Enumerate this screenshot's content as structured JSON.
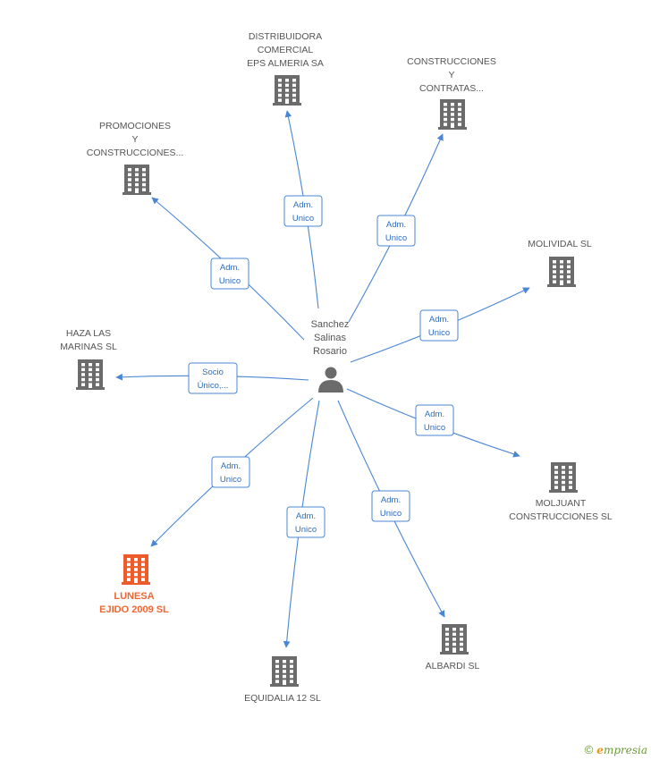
{
  "center": {
    "name_lines": [
      "Sanchez",
      "Salinas",
      "Rosario"
    ],
    "icon": "person-icon"
  },
  "colors": {
    "edge": "#4a86d4",
    "company": "#6b6b6b",
    "highlight": "#ee5b2a"
  },
  "nodes": [
    {
      "id": "distribuidora",
      "label_lines": [
        "DISTRIBUIDORA",
        "COMERCIAL",
        "EPS ALMERIA SA"
      ],
      "relation_lines": [
        "Adm.",
        "Unico"
      ],
      "highlight": false,
      "icon": "building-icon"
    },
    {
      "id": "construcciones-contratas",
      "label_lines": [
        "CONSTRUCCIONES",
        "Y",
        "CONTRATAS..."
      ],
      "relation_lines": [
        "Adm.",
        "Unico"
      ],
      "highlight": false,
      "icon": "building-icon"
    },
    {
      "id": "promociones",
      "label_lines": [
        "PROMOCIONES",
        "Y",
        "CONSTRUCCIONES..."
      ],
      "relation_lines": [
        "Adm.",
        "Unico"
      ],
      "highlight": false,
      "icon": "building-icon"
    },
    {
      "id": "molividal",
      "label_lines": [
        "MOLIVIDAL SL"
      ],
      "relation_lines": [
        "Adm.",
        "Unico"
      ],
      "highlight": false,
      "icon": "building-icon"
    },
    {
      "id": "haza",
      "label_lines": [
        "HAZA LAS",
        "MARINAS SL"
      ],
      "relation_lines": [
        "Socio",
        "Único,..."
      ],
      "highlight": false,
      "icon": "building-icon"
    },
    {
      "id": "moljuant",
      "label_lines": [
        "MOLJUANT",
        "CONSTRUCCIONES SL"
      ],
      "relation_lines": [
        "Adm.",
        "Unico"
      ],
      "highlight": false,
      "icon": "building-icon"
    },
    {
      "id": "lunesa",
      "label_lines": [
        "LUNESA",
        "EJIDO 2009 SL"
      ],
      "relation_lines": [
        "Adm.",
        "Unico"
      ],
      "highlight": true,
      "icon": "building-icon"
    },
    {
      "id": "albardi",
      "label_lines": [
        "ALBARDI SL"
      ],
      "relation_lines": [
        "Adm.",
        "Unico"
      ],
      "highlight": false,
      "icon": "building-icon"
    },
    {
      "id": "equidalia",
      "label_lines": [
        "EQUIDALIA 12 SL"
      ],
      "relation_lines": [
        "Adm.",
        "Unico"
      ],
      "highlight": false,
      "icon": "building-icon"
    }
  ],
  "footer": {
    "copyright": "©",
    "brand_initial": "e",
    "brand_rest": "mpresia"
  }
}
